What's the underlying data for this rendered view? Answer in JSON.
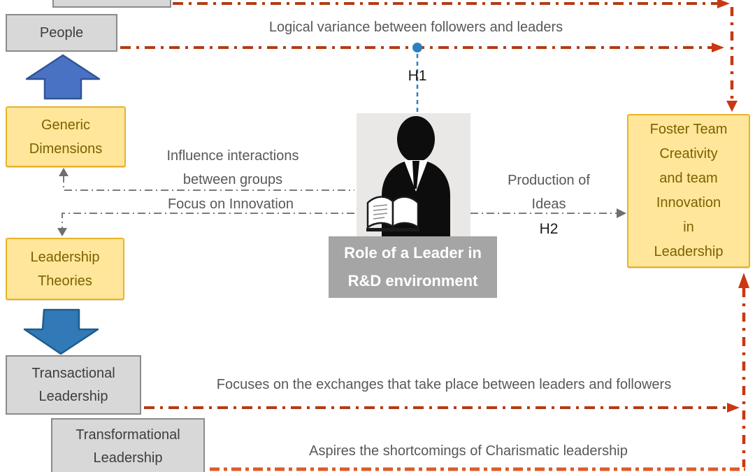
{
  "boxes": {
    "top_partial": {
      "label": ""
    },
    "people": {
      "label": "People"
    },
    "generic_dimensions": {
      "label": "Generic\nDimensions"
    },
    "leadership_theories": {
      "label": "Leadership\nTheories"
    },
    "transactional": {
      "label": "Transactional\nLeadership"
    },
    "transformational": {
      "label": "Transformational\nLeadership"
    },
    "foster": {
      "label": "Foster Team\nCreativity\nand team\nInnovation\nin\nLeadership"
    },
    "role_caption": {
      "label": "Role of a Leader in\nR&D environment"
    }
  },
  "annotations": {
    "logical_variance": "Logical variance between followers and leaders",
    "h1": "H1",
    "influence": "Influence interactions\nbetween groups",
    "focus_innovation": "Focus on Innovation",
    "production": "Production of\nIdeas",
    "h2": "H2",
    "focuses_exchanges": "Focuses on the exchanges that take place between leaders and followers",
    "aspires": "Aspires the shortcomings of Charismatic leadership"
  },
  "icons": {
    "leader_icon": "person-with-open-book",
    "up_block_arrow": "blue-block-arrow-up",
    "down_block_arrow": "blue-block-arrow-down"
  },
  "colors": {
    "gray_box_fill": "#d8d8d8",
    "gray_box_border": "#8a8a8a",
    "yellow_box_fill": "#ffe69a",
    "yellow_box_border": "#e8b32a",
    "yellow_box_text": "#7a6200",
    "caption_fill": "#a5a5a5",
    "red_dashdot": "#b33c16",
    "red_vertical": "#c93812",
    "orange_dashed": "#dd5b28",
    "blue_connector": "#2a80c0",
    "gray_connector": "#7b7b7b",
    "block_arrow_up": "#4a72c4",
    "block_arrow_down": "#3279b7"
  }
}
